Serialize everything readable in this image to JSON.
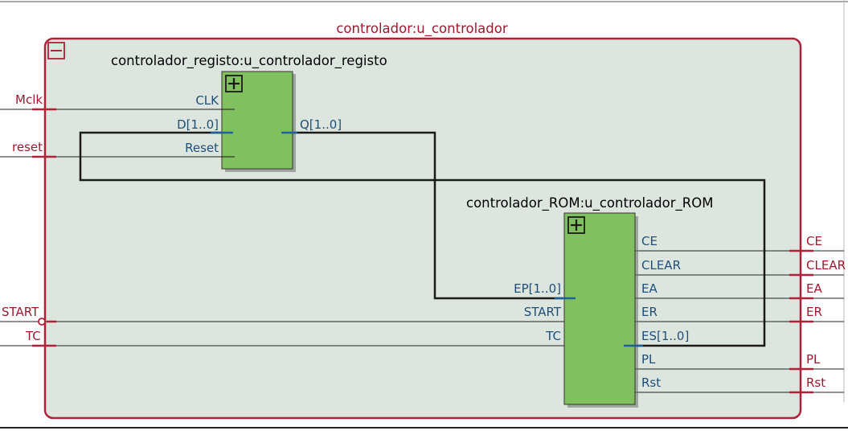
{
  "diagram": {
    "top_module": {
      "title": "controlador:u_controlador",
      "inputs": [
        "Mclk",
        "reset",
        "START",
        "TC"
      ],
      "outputs": [
        "CE",
        "CLEAR",
        "EA",
        "ER",
        "PL",
        "Rst"
      ]
    },
    "blocks": {
      "registo": {
        "title": "controlador_registo:u_controlador_registo",
        "inputs": [
          "CLK",
          "D[1..0]",
          "Reset"
        ],
        "outputs": [
          "Q[1..0]"
        ]
      },
      "rom": {
        "title": "controlador_ROM:u_controlador_ROM",
        "inputs": [
          "EP[1..0]",
          "START",
          "TC"
        ],
        "outputs": [
          "CE",
          "CLEAR",
          "EA",
          "ER",
          "ES[1..0]",
          "PL",
          "Rst"
        ]
      }
    },
    "colors": {
      "frame": "#b0213a",
      "frame_fill": "#dde6de",
      "block_fill": "#80c05e",
      "port_text_outer": "#a0182d",
      "port_text_inner": "#1f4e79",
      "bus": "#1f5f9a",
      "net": "#1a1a1a"
    }
  }
}
